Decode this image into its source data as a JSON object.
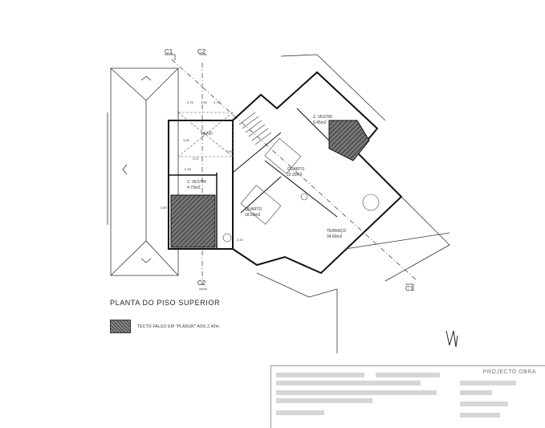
{
  "drawing": {
    "title": "PLANTA DO PISO SUPERIOR",
    "legend_text": "TECTO FALSO EM \"PLADUR\" AOS 2.40m",
    "section_marks": [
      "C1",
      "C2"
    ],
    "title_block_heading": "PROJECTO OBRA"
  },
  "rooms": {
    "vazio": "VAZIO",
    "z_vestir_1_name": "Z. VESTIR",
    "z_vestir_1_area": "4.70m2",
    "z_vestir_2_name": "Z. VESTIR",
    "z_vestir_2_area": "5.45m2",
    "quarto_1_name": "QUARTO",
    "quarto_1_area": "22.20m2",
    "quarto_2_name": "QUARTO",
    "quarto_2_area": "18.60m2",
    "terraco_name": "TERRAÇO",
    "terraco_area": "34.60m2"
  },
  "dimensions": [
    "0.75",
    "1.60",
    "0.75",
    "3.30",
    "3.07",
    "0.45",
    "3.60",
    "2.20",
    "3.50"
  ]
}
